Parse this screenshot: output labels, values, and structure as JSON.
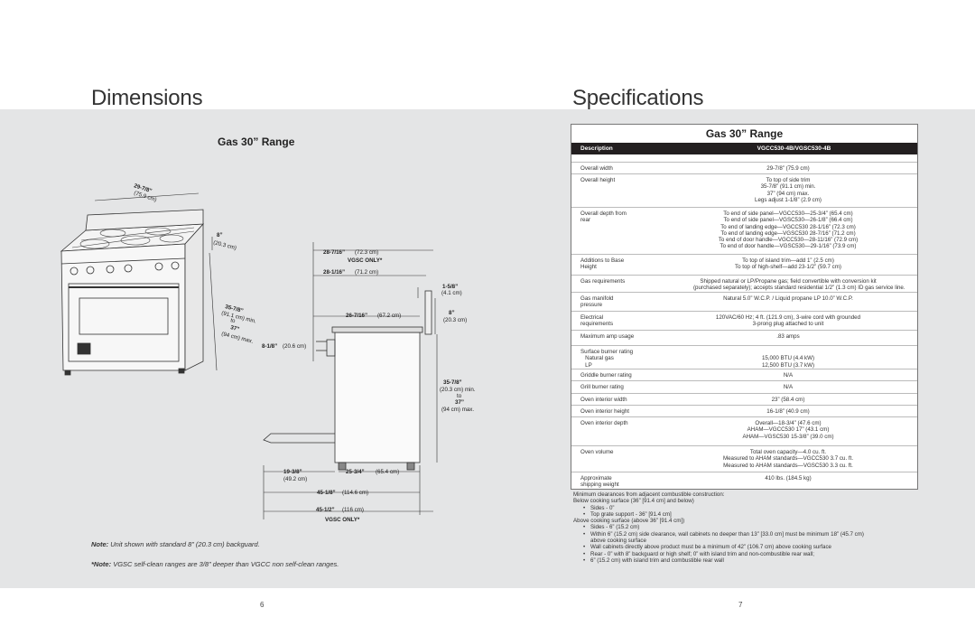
{
  "left_page": {
    "title": "Dimensions",
    "subtitle": "Gas 30” Range",
    "page_number": "6",
    "drawing_labels": {
      "depth_iso": "29-7/8”",
      "depth_iso_cm": "(75.9 cm)",
      "backguard_h": "8”",
      "backguard_h_cm": "(20.3 cm)",
      "height_iso": "35-7/8”",
      "height_iso_cm": "(91.1 cm) min.",
      "height_to": "to",
      "height_max": "37”",
      "height_max_cm": "(94 cm) max.",
      "depth_a": "28-7/16”",
      "depth_a_cm": "(72.3 cm)",
      "vgsc_only_1": "VGSC ONLY*",
      "depth_b": "28-1/16”",
      "depth_b_cm": "(71.2 cm)",
      "trim": "1-5/8”",
      "trim_cm": "(4.1 cm)",
      "depth_c": "26-7/16”",
      "depth_c_cm": "(67.2 cm)",
      "back_h": "8”",
      "back_h_cm": "(20.3 cm)",
      "side_backguard": "8-1/8”",
      "side_backguard_cm": "(20.6 cm)",
      "side_h": "35-7/8”",
      "side_h_cm": "(20.3 cm) min.",
      "side_to": "to",
      "side_max": "37”",
      "side_max_cm": "(94 cm) max.",
      "door_w": "19-3/8”",
      "door_w_cm": "(49.2 cm)",
      "body_d": "25-3/4”",
      "body_d_cm": "(65.4 cm)",
      "total_a": "45-1/8”",
      "total_a_cm": "(114.6 cm)",
      "total_b": "45-1/2”",
      "total_b_cm": "(116 cm)",
      "vgsc_only_2": "VGSC ONLY*"
    },
    "note1_label": "Note:",
    "note1_text": "Unit shown with standard 8” (20.3 cm) backguard.",
    "note2_label": "*Note:",
    "note2_text": "VGSC self-clean ranges are 3/8” deeper than VGCC non self-clean ranges."
  },
  "right_page": {
    "title": "Specifications",
    "page_number": "7",
    "table_title": "Gas 30” Range",
    "header_desc": "Description",
    "header_model": "VGCC530-4B/VGSC530-4B",
    "rows": [
      {
        "label": "Overall width",
        "value": "29-7/8” (75.9 cm)"
      },
      {
        "label": "Overall height",
        "value": "To top of side trim\n35-7/8” (91.1 cm) min.\n37” (94 cm) max.\nLegs adjust 1-1/8” (2.9 cm)"
      },
      {
        "label": "Overall depth from\nrear",
        "value": "To end of side panel—VGCC530—25-3/4” (65.4 cm)\nTo end of side panel—VGSC530—26-1/8” (66.4 cm)\nTo end of landing edge—VGCC530 28-1/16” (72.3 cm)\nTo end of landing edge—VGSC530 28-7/16” (71.2 cm)\nTo end of door handle—VGCC530—28-11/16” (72.9 cm)\nTo end of door handle—VGSC530—29-1/16” (73.9 cm)"
      },
      {
        "label": "Additions to Base\nHeight",
        "value": "To top of island trim—add 1” (2.5 cm)\nTo top of high-shelf—add 23-1/2” (59.7 cm)"
      },
      {
        "label": "Gas requirements",
        "value": "Shipped natural or LP/Propane gas; field convertible with conversion kit\n(purchased separately); accepts standard residential 1/2” (1.3 cm) ID gas service line."
      },
      {
        "label": "Gas manifold\npressure",
        "value": "Natural 5.0” W.C.P. / Liquid propane LP 10.0” W.C.P."
      },
      {
        "label": "Electrical\nrequirements",
        "value": "120VAC/60 Hz; 4 ft. (121.9 cm), 3-wire cord with grounded\n3-prong plug attached to unit"
      },
      {
        "label": "Maximum amp usage",
        "value": ".83 amps"
      },
      {
        "label": "Surface burner rating\n   Natural gas\n   LP",
        "value": "\n15,000 BTU (4.4 kW)\n12,500 BTU (3.7 kW)"
      },
      {
        "label": "Griddle burner rating",
        "value": "N/A"
      },
      {
        "label": "Grill burner rating",
        "value": "N/A"
      },
      {
        "label": "Oven interior width",
        "value": "23” (58.4 cm)"
      },
      {
        "label": "Oven interior height",
        "value": "16-1/8” (40.9 cm)"
      },
      {
        "label": "Oven interior depth",
        "value": "Overall—18-3/4” (47.6 cm)\nAHAM—VGCC530 17” (43.1 cm)\nAHAM—VGSC530 15-3/8” (39.0 cm)"
      },
      {
        "label": "Oven volume",
        "value": "Total oven capacity—4.0 cu. ft.\nMeasured to AHAM standards—VGCC530 3.7 cu. ft.\nMeasured to AHAM standards—VGSC530 3.3 cu. ft."
      },
      {
        "label": "Approximate\nshipping weight",
        "value": "410 lbs. (184.5 kg)"
      }
    ],
    "clearances": {
      "intro": "Minimum clearances from adjacent combustible construction:",
      "below_heading": "Below cooking surface (36” [91.4 cm] and below)",
      "below_items": [
        "Sides - 0”",
        "Top grate support - 36” [91.4 cm]"
      ],
      "above_heading": "Above cooking surface (above 36” [91.4 cm])",
      "above_items": [
        "Sides - 6” (15.2 cm)",
        "Within 6” (15.2 cm) side clearance, wall cabinets no deeper than 13” [33.0 cm] must be minimum 18” (45.7 cm)\nabove cooking surface",
        "Wall cabinets directly above product must be a minimum of 42” (106.7 cm) above cooking surface",
        "Rear - 0” with 8” backguard or high shelf; 0” with island trim and non-combustible rear wall;",
        "6” (15.2 cm) with island trim and combustible rear wall"
      ]
    }
  }
}
